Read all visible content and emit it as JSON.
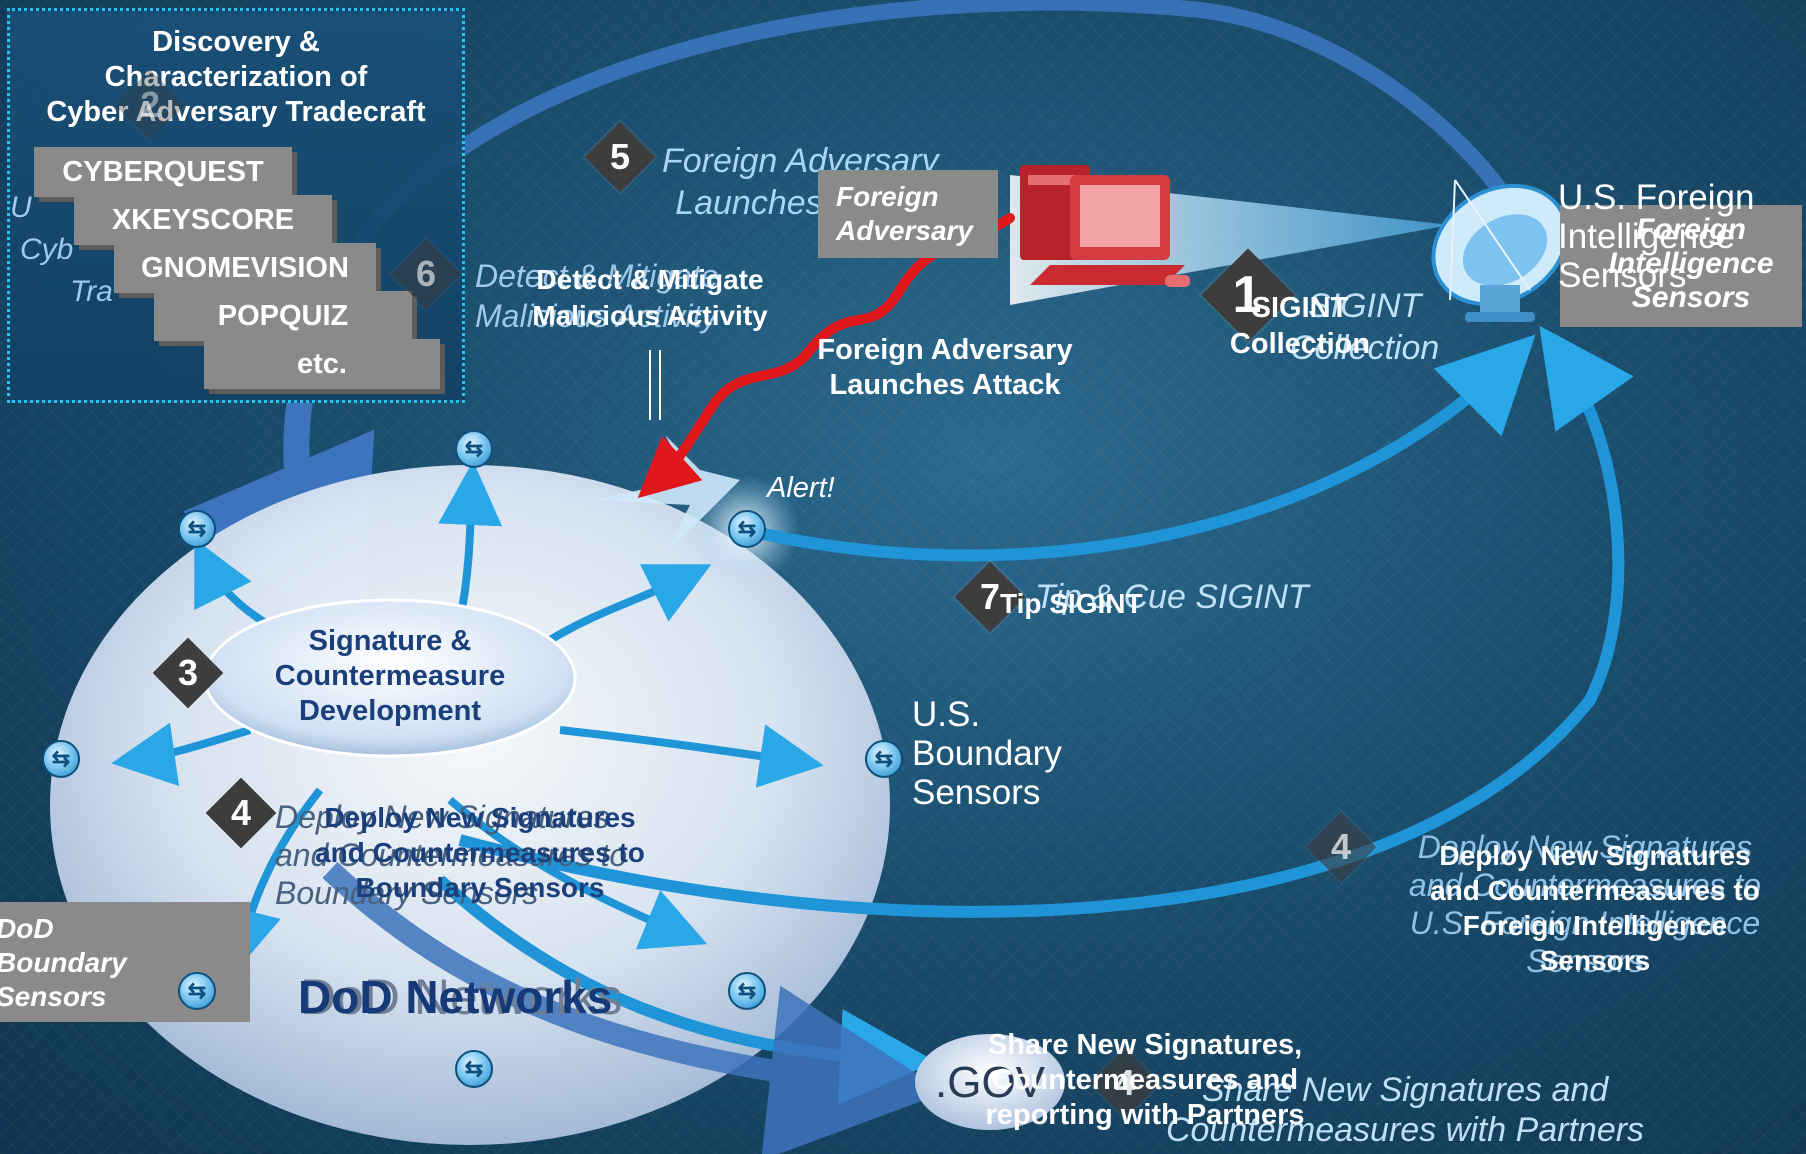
{
  "tradecraft": {
    "title_line1": "Discovery &",
    "title_line2": "Characterization of",
    "title_line3": "Cyber Adversary Tradecraft",
    "tools": [
      "CYBERQUEST",
      "XKEYSCORE",
      "GNOMEVISION",
      "POPQUIZ",
      "etc."
    ]
  },
  "steps": {
    "s1": "1",
    "s2": "2",
    "s3": "3",
    "s4a": "4",
    "s4b": "4",
    "s4c": "4",
    "s5": "5",
    "s6": "6",
    "s7": "7"
  },
  "labels": {
    "foreign_adversary_line1": "Foreign",
    "foreign_adversary_line2": "Adversary",
    "launches_ghost_line1": "Foreign Adversary",
    "launches_ghost_line2": "Launches Attack",
    "launches_line1": "Foreign Adversary",
    "launches_line2": "Launches Attack",
    "detect_ghost_line1": "Detect & Mitigate",
    "detect_ghost_line2": "Malicious Activity",
    "detect_line1": "Detect & Mitigate",
    "detect_line2": "Malicious Activity",
    "sigint_line1": "SIGINT",
    "sigint_line2": "Collection",
    "sigint_ghost_line1": "SIGINT",
    "sigint_ghost_line2": "Collection",
    "us_foreign_line1": "U.S. Foreign",
    "us_foreign_line2": "Intelligence",
    "us_foreign_line3": "Sensors",
    "fis_gray_line1": "Foreign",
    "fis_gray_line2": "Intelligence",
    "fis_gray_line3": "Sensors",
    "alert": "Alert!",
    "tip_ghost": "Tip & Cue SIGINT",
    "tip": "Tip SIGINT",
    "signature_line1": "Signature &",
    "signature_line2": "Countermeasure",
    "signature_line3": "Development",
    "boundary_line1": "U.S.",
    "boundary_line2": "Boundary",
    "boundary_line3": "Sensors",
    "deploy_ghost_line1": "Deploy New Signatures",
    "deploy_ghost_line2": "and Countermeasures to",
    "deploy_ghost_line3": "Boundary Sensors",
    "deploy_line1": "Deploy New Signatures",
    "deploy_line2": "and Countermeasures to",
    "deploy_line3": "Boundary Sensors",
    "deploy_us_ghost_line1": "Deploy New Signatures",
    "deploy_us_ghost_line2": "and Countermeasures to",
    "deploy_us_ghost_line3": "U.S. Foreign Intelligence",
    "deploy_us_ghost_line4": "Sensors",
    "deploy_us_line1": "Deploy New Signatures",
    "deploy_us_line2": "and Countermeasures to",
    "deploy_us_line3": "Foreign Intelligence",
    "deploy_us_line4": "Sensors",
    "dod_boundary_line1": "DoD",
    "dod_boundary_line2": "Boundary",
    "dod_boundary_line3": "Sensors",
    "dod_networks_ghost": "DoD Networks",
    "dod_networks": "DoD Networks",
    "gov": ".GOV",
    "share_line1": "Share New Signatures,",
    "share_line2": "Countermeasures and",
    "share_line3": "reporting with Partners",
    "share_ghost_line1": "Share New Signatures and",
    "share_ghost_line2": "Countermeasures with Partners",
    "ghost_left_u": "U",
    "ghost_left_cyb": "Cyb",
    "ghost_left_tra": "Tra"
  },
  "colors": {
    "attack_arrow": "#e0181b",
    "flow_arrow": "#2aa7e6",
    "tradecraft_border": "#29c3f0",
    "gray_box": "#8a8a8a",
    "diamond": "#3d3d3d"
  }
}
